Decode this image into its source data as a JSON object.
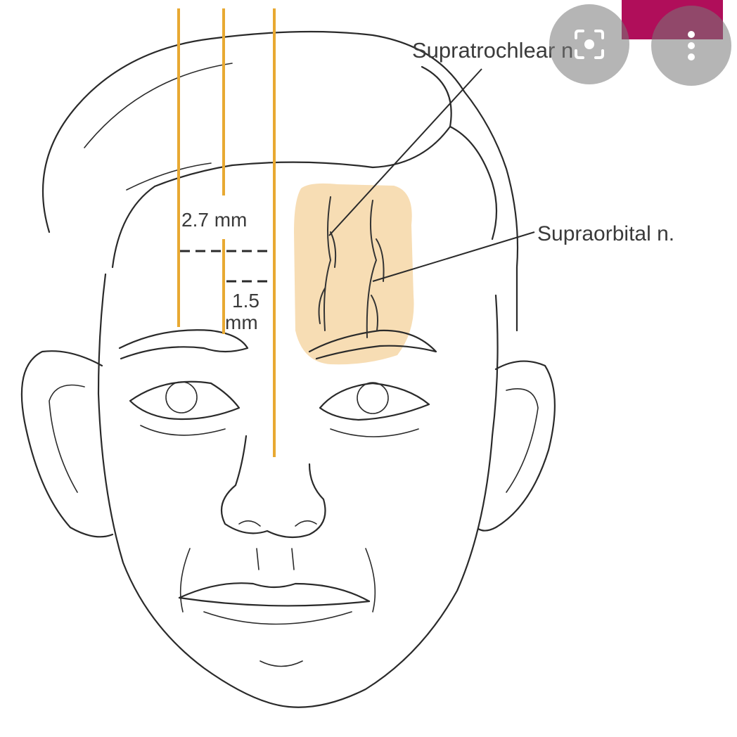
{
  "figure": {
    "labels": {
      "supratrochlear": "Supratrochlear n.",
      "supraorbital": "Supraorbital n.",
      "measure_upper": "2.7 mm",
      "measure_lower_value": "1.5",
      "measure_lower_unit": "mm"
    },
    "colors": {
      "guide_lines": "#e8a932",
      "highlight_region": "#f6d9ac",
      "line_art": "#2a2a2a"
    }
  },
  "overlay": {
    "accent_color": "#b00e5a",
    "buttons": [
      {
        "icon": "lens-icon"
      },
      {
        "icon": "more-vertical-icon"
      }
    ]
  }
}
